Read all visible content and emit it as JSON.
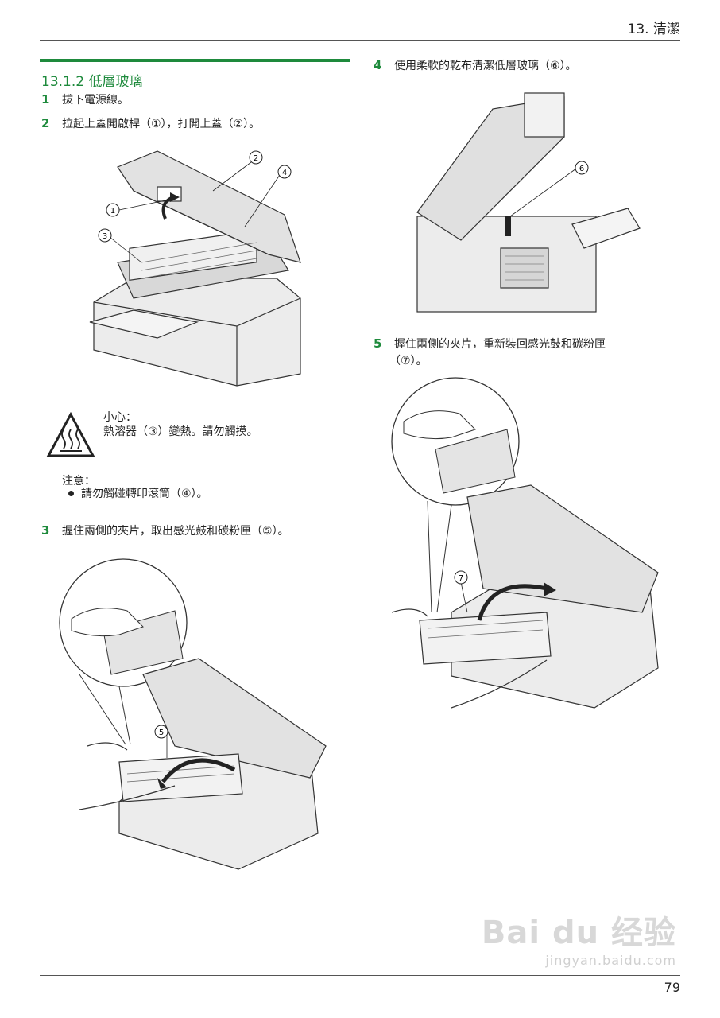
{
  "header": {
    "chapter": "13. 清潔"
  },
  "section": {
    "title": "13.1.2 低層玻璃"
  },
  "steps": [
    {
      "num": "1",
      "text": "拔下電源線。"
    },
    {
      "num": "2",
      "text": "拉起上蓋開啟桿（①），打開上蓋（②）。"
    },
    {
      "num": "3",
      "text": "握住兩側的夾片，取出感光鼓和碳粉匣（⑤）。"
    },
    {
      "num": "4",
      "text": "使用柔軟的乾布清潔低層玻璃（⑥）。"
    },
    {
      "num": "5",
      "text": "握住兩側的夾片，重新裝回感光鼓和碳粉匣",
      "text2": "（⑦）。"
    }
  ],
  "caution": {
    "title": "小心：",
    "text": "熱溶器（③）變熱。請勿觸摸。"
  },
  "note": {
    "title": "注意：",
    "bullet": "請勿觸碰轉印滾筒（④）。"
  },
  "callouts": {
    "c1": "1",
    "c2": "2",
    "c3": "3",
    "c4": "4",
    "c5": "5",
    "c6": "6",
    "c7": "7"
  },
  "footer": {
    "page": "79"
  },
  "watermark": {
    "brand": "Bai du 经验",
    "url": "jingyan.baidu.com"
  }
}
